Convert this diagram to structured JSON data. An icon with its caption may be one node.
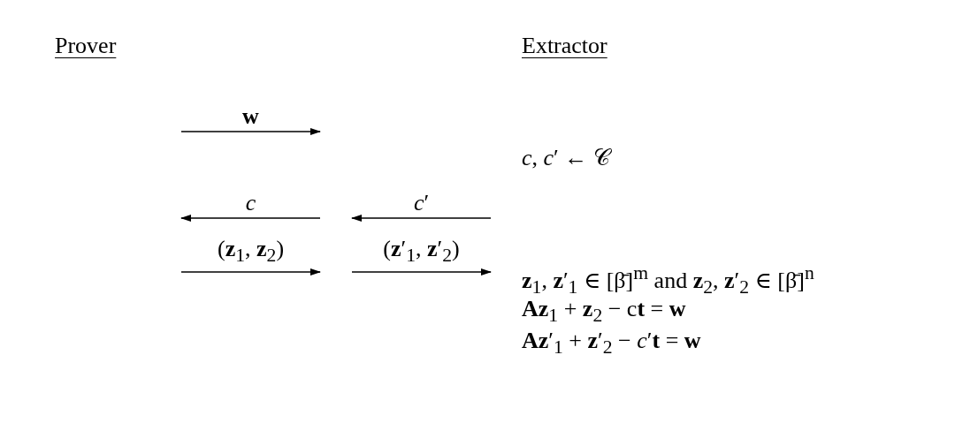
{
  "diagram": {
    "nodes": [
      {
        "text": [
          "Prover"
        ]
      },
      {
        "text": [
          "Extractor"
        ]
      }
    ],
    "labels": [
      "w",
      "*c*, *c*′ ← 𝒞",
      "*c*",
      "*c*′",
      "(**z**$_{1}$, **z**$_{2}$)",
      "(**z**′$_{1}$, **z**′$_{2}$)",
      "**z**$_{1}$, **z**′$_{1}$ ∈ [β̄]$^{m}$ and **z**$_{2}$, **z**′$_{2}$ ∈ [β̄]$^{n}$",
      "**Az**$_{1}$ + **z**$_{2}$ − c**t** = **w**",
      "**Az**′$_{1}$ + **z**′$_{2}$ − *c*′**t** = **w**"
    ]
  }
}
